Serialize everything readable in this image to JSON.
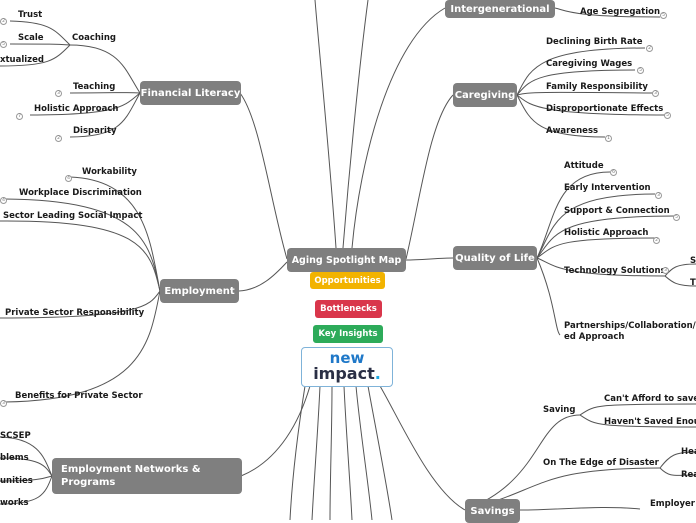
{
  "central": "Aging Spotlight Map",
  "legend": {
    "opportunities": "Opportunities",
    "bottlenecks": "Bottlenecks",
    "key_insights": "Key Insights"
  },
  "colors": {
    "topic": "#7f7f7f",
    "opportunities": "#f2b300",
    "bottlenecks": "#d9364b",
    "key_insights": "#2dab5a",
    "link": "#555555"
  },
  "logo": {
    "line1": "new",
    "line2": "impact",
    "dot": "."
  },
  "topics": {
    "intergenerational": "Intergenerational",
    "financial_literacy": "Financial Literacy",
    "caregiving": "Caregiving",
    "quality_of_life": "Quality of Life",
    "employment": "Employment",
    "employment_networks": "Employment Networks & Programs",
    "savings": "Savings"
  },
  "labels": {
    "trust": "Trust",
    "coaching": "Coaching",
    "scale": "Scale",
    "xtualized": "xtualized",
    "teaching": "Teaching",
    "holistic_approach_left": "Holistic Approach",
    "disparity": "Disparity",
    "age_segregation": "Age Segregation",
    "declining_birth_rate": "Declining Birth Rate",
    "caregiving_wages": "Caregiving Wages",
    "family_responsibility": "Family Responsibility",
    "disproportionate_effects": "Disproportionate Effects",
    "awareness": "Awareness",
    "workability": "Workability",
    "workplace_discrimination": "Workplace Discrimination",
    "sector_leading": "Sector Leading Social Impact",
    "private_sector_responsibility": "Private Sector Responsibility",
    "benefits_private_sector": "Benefits for Private Sector",
    "attitude": "Attitude",
    "early_intervention": "Early Intervention",
    "support_connection": "Support & Connection",
    "holistic_approach_right": "Holistic Approach",
    "technology_solutions": "Technology Solutions",
    "tech_child_s": "S",
    "tech_child_t": "T",
    "partnerships": "Partnerships/Collaboration/C ed Approach",
    "scsep": "SCSEP",
    "blems": "blems",
    "unities": "unities",
    "works": "works",
    "saving": "Saving",
    "cant_afford": "Can't Afford to save",
    "havent_saved": "Haven't Saved Enoug",
    "edge_of_disaster": "On The Edge of Disaster",
    "hea": "Hea",
    "rea": "Rea",
    "employer": "Employer I"
  },
  "badges": {
    "trust": "2",
    "scale": "5",
    "teaching": "3",
    "holistic_left": "7",
    "disparity": "2",
    "age_segregation": "5",
    "declining_birth_rate": "2",
    "caregiving_wages": "5",
    "family_responsibility": "3",
    "disproportionate_effects": "5",
    "awareness": "1",
    "workability": "4",
    "workplace_discrimination": "4",
    "benefits_private_sector": "3",
    "attitude": "6",
    "early_intervention": "3",
    "support_connection": "5",
    "holistic_right": "2",
    "technology_solutions": "3"
  }
}
